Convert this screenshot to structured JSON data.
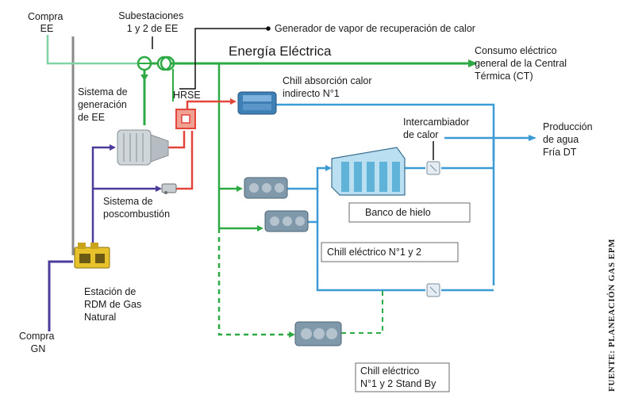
{
  "labels": {
    "compra_ee": [
      "Compra",
      "EE"
    ],
    "subestaciones": [
      "Subestaciones",
      "1 y 2 de EE"
    ],
    "generador": "Generador de vapor de recuperación de calor",
    "energia": "Energía Eléctrica",
    "consumo": [
      "Consumo eléctrico",
      "general de la Central",
      "Térmica (CT)"
    ],
    "sistema_gen": [
      "Sistema de",
      "generación",
      "de EE"
    ],
    "hrse": "HRSE",
    "chill_abs": [
      "Chill absorción calor",
      "indirecto N°1"
    ],
    "intercambiador": [
      "Intercambiador",
      "de calor"
    ],
    "produccion": [
      "Producción",
      "de agua",
      "Fría DT"
    ],
    "banco": "Banco de hielo",
    "sistema_pos": [
      "Sistema de",
      "poscombustión"
    ],
    "chill_elec": "Chill eléctrico N°1 y 2",
    "estacion": [
      "Estación de",
      "RDM de Gas",
      "Natural"
    ],
    "compra_gn": [
      "Compra",
      "GN"
    ],
    "chill_standby": [
      "Chill eléctrico",
      "N°1 y 2 Stand By"
    ],
    "fuente": "FUENTE: PLANEACIÓN GAS EPM"
  },
  "colors": {
    "green": "#2eaa45",
    "light_green": "#7fd3a5",
    "blue": "#3a9bd5",
    "purple": "#4b3c9b",
    "red": "#e2453a",
    "gray": "#8a8a8a",
    "black": "#111111"
  }
}
